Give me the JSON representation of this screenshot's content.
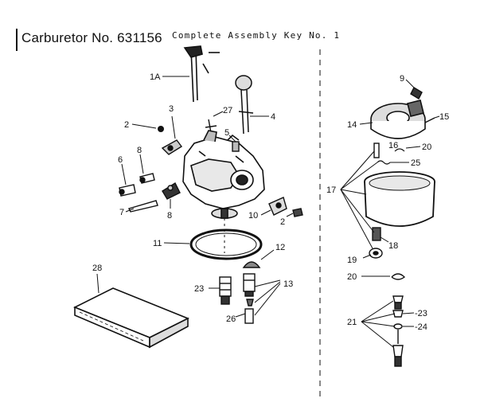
{
  "header": {
    "title": "Carburetor No. 631156",
    "subtitle": "Complete Assembly Key No. 1"
  },
  "callouts": {
    "c1A": "1A",
    "c2a": "2",
    "c2b": "2",
    "c3": "3",
    "c4": "4",
    "c5": "5",
    "c6": "6",
    "c7": "7",
    "c8a": "8",
    "c8b": "8",
    "c9": "9",
    "c10": "10",
    "c11": "11",
    "c12": "12",
    "c13": "13",
    "c14": "14",
    "c15": "15",
    "c16": "16",
    "c17": "17",
    "c18": "18",
    "c19": "19",
    "c20a": "20",
    "c20b": "20",
    "c21": "21",
    "c23a": "23",
    "c23b": "-23",
    "c24": "-24",
    "c25": "25",
    "c26": "26",
    "c27": "27",
    "c28": "28"
  }
}
